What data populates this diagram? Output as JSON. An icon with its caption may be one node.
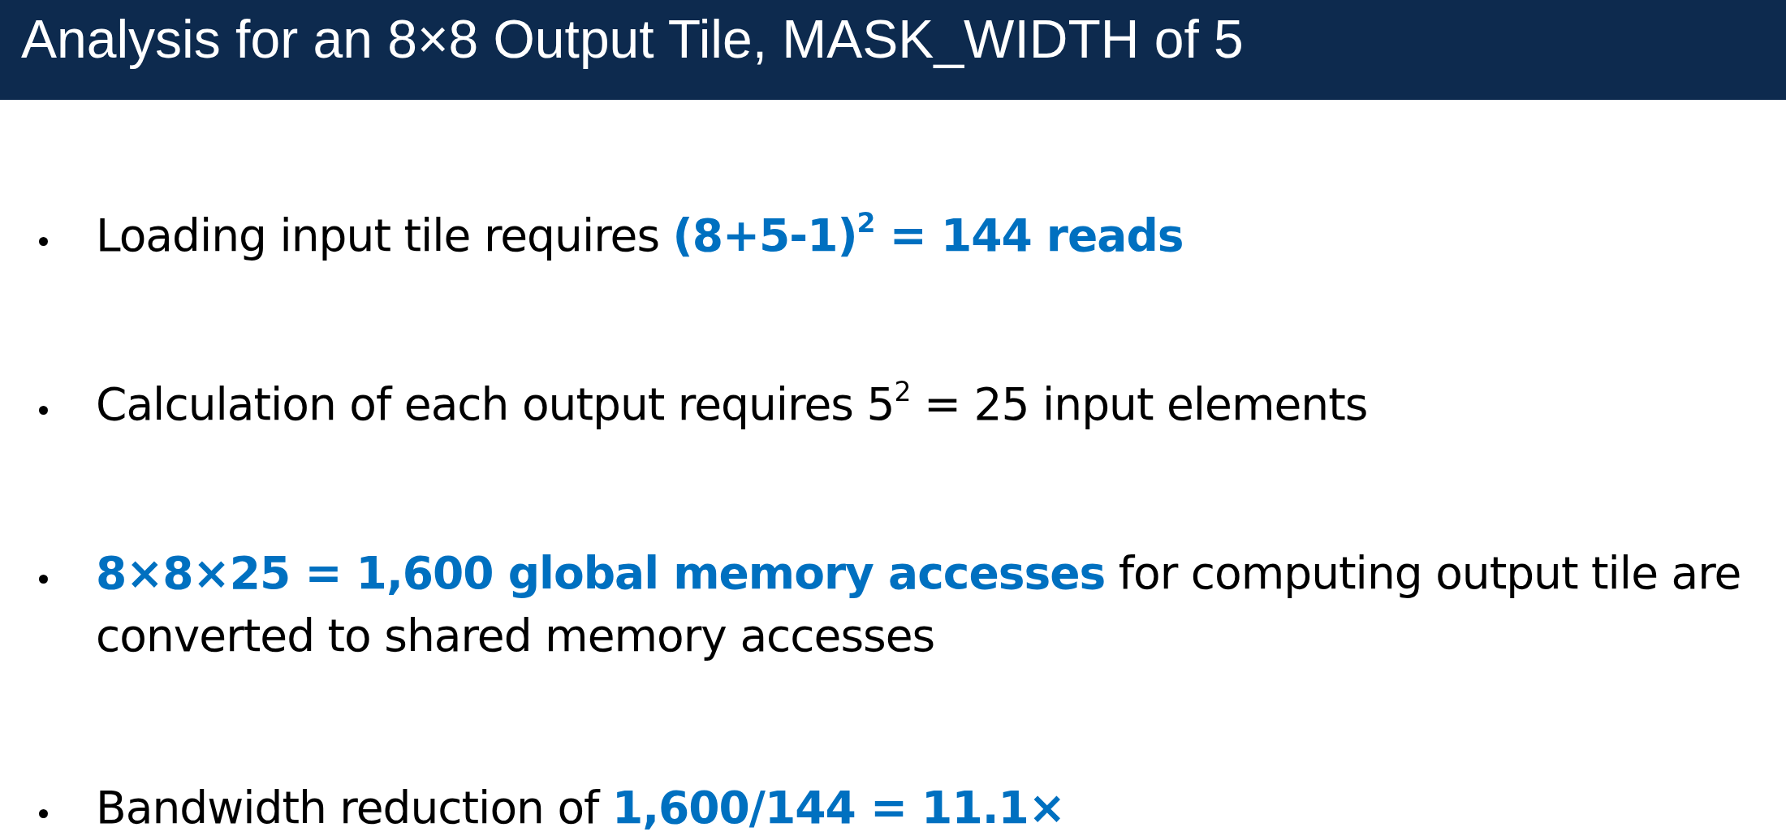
{
  "diagram": {
    "title": "Analysis for an 8×8 Output Tile, MASK_WIDTH of 5",
    "labels": [
      "Loading input tile requires **(8+5-1)$^{2}$ = 144 reads**",
      "Calculation of each output requires 5$^{2}$ = 25 input elements",
      "**8×8×25 = 1,600 global memory accesses** for computing output tile are converted to shared memory accesses",
      "Bandwidth reduction of **1,600/144 = 11.1×**"
    ]
  }
}
